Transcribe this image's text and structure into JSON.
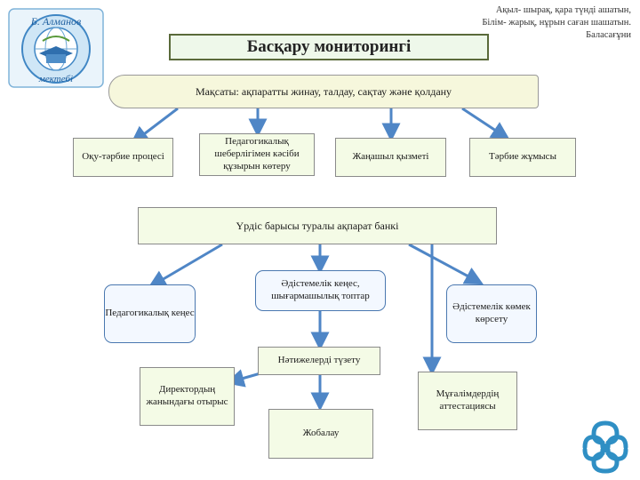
{
  "motto": {
    "line1": "Ақыл- шырақ, қара түнді ашатын,",
    "line2": "Білім- жарық, нұрын саған шашатын.",
    "line3": "Баласағұни"
  },
  "logo": {
    "top_text": "Б. Алманов",
    "bottom_text": "мектебі"
  },
  "title": "Басқару мониторингі",
  "goal": "Мақсаты: ақпаратты жинау, талдау, сақтау және қолдану",
  "row1": [
    "Оқу-тәрбие процесі",
    "Педагогикалық шеберлігімен кәсіби құзырын көтеру",
    "Жаңашыл қызметі",
    "Тәрбие жұмысы"
  ],
  "bank": "Үрдіс барысы туралы ақпарат банкі",
  "row2": {
    "left": "Педагогикалық кеңес",
    "center": "Әдістемелік кеңес, шығармашылық топтар",
    "right": "Әдістемелік көмек көрсету"
  },
  "correction": "Нәтижелерді түзету",
  "directors": "Директордың жанындағы отырыс",
  "attestation": "Мұғалімдердің аттестациясы",
  "planning": "Жобалау",
  "colors": {
    "arrow": "#4f86c6",
    "green_fill": "#f4fbe6",
    "blue_border": "#4a78b0"
  }
}
